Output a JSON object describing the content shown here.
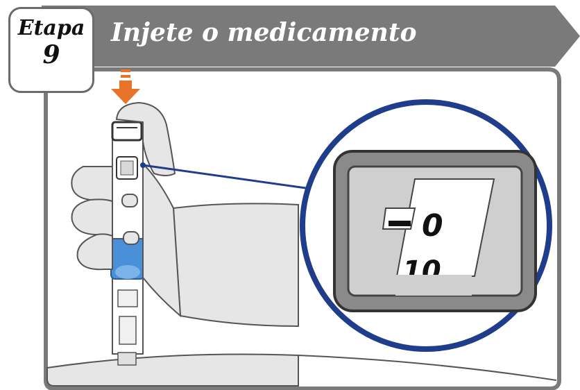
{
  "step": {
    "label": "Etapa",
    "number": "9"
  },
  "header": {
    "title": "Injete o medicamento"
  },
  "dose_window": {
    "value_zero": "0",
    "value_ten": "10"
  },
  "colors": {
    "banner": "#7a7a7a",
    "arrow": "#e8742a",
    "magnifier_ring": "#1f3d8a",
    "pen_blue": "#4a90d9",
    "skin_fill": "#e6e6e6",
    "outline": "#555555"
  },
  "icons": {
    "press_arrow": "arrow-down-icon"
  }
}
